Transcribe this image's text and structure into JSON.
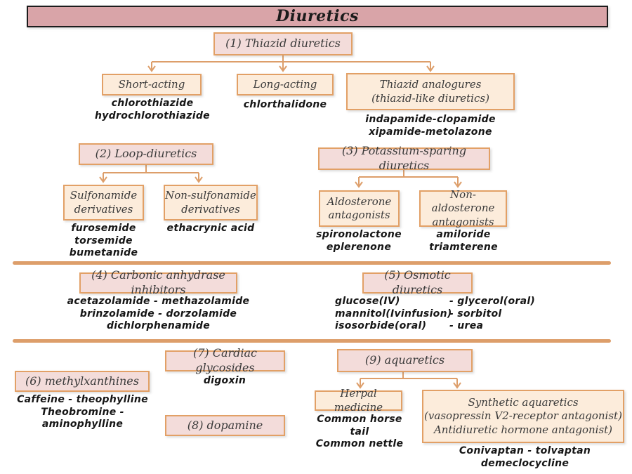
{
  "title": "Diuretics",
  "colors": {
    "banner_fill": "#d9a4a8",
    "banner_border": "#1c1c1c",
    "category_fill": "#f3dcda",
    "leaf_fill": "#fcecdb",
    "box_border": "#e2a066",
    "connector": "#dd9e6a",
    "label_text": "#3a3a3a",
    "drug_text": "#161616"
  },
  "groups": {
    "thiazid": {
      "label": "(1) Thiazid diuretics",
      "children": {
        "short_acting": {
          "label": "Short-acting",
          "drugs": [
            "chlorothiazide",
            "hydrochlorothiazide"
          ]
        },
        "long_acting": {
          "label": "Long-acting",
          "drugs": [
            "chlorthalidone"
          ]
        },
        "analogues": {
          "label_lines": [
            "Thiazid analogures",
            "(thiazid-like diuretics)"
          ],
          "drugs": [
            "indapamide-clopamide",
            "xipamide-metolazone"
          ]
        }
      }
    },
    "loop": {
      "label": "(2) Loop-diuretics",
      "children": {
        "sulfonamide": {
          "label_lines": [
            "Sulfonamide",
            "derivatives"
          ],
          "drugs": [
            "furosemide",
            "torsemide",
            "bumetanide"
          ]
        },
        "non_sulfonamide": {
          "label_lines": [
            "Non-sulfonamide",
            "derivatives"
          ],
          "drugs": [
            "ethacrynic acid"
          ]
        }
      }
    },
    "potassium": {
      "label": "(3) Potassium-sparing diuretics",
      "children": {
        "aldosterone": {
          "label_lines": [
            "Aldosterone",
            "antagonists"
          ],
          "drugs": [
            "spironolactone",
            "eplerenone"
          ]
        },
        "non_aldosterone": {
          "label_lines": [
            "Non-aldosterone",
            "antagonists"
          ],
          "drugs": [
            "amiloride",
            "triamterene"
          ]
        }
      }
    },
    "carbonic": {
      "label": "(4) Carbonic anhydrase inhibitors",
      "drugs": [
        "acetazolamide - methazolamide",
        "brinzolamide - dorzolamide",
        "dichlorphenamide"
      ]
    },
    "osmotic": {
      "label": "(5) Osmotic diuretics",
      "drug_col1": [
        "glucose(IV)",
        "mannitol(Ivinfusion)",
        "isosorbide(oral)"
      ],
      "drug_col2": [
        "- glycerol(oral)",
        "- sorbitol",
        "- urea"
      ]
    },
    "methylxanthines": {
      "label": "(6) methylxanthines",
      "drugs": [
        "Caffeine - theophylline",
        "Theobromine - aminophylline"
      ]
    },
    "cardiac": {
      "label": "(7) Cardiac glycosides",
      "drugs": [
        "digoxin"
      ]
    },
    "dopamine": {
      "label": "(8) dopamine"
    },
    "aquaretics": {
      "label": "(9) aquaretics",
      "children": {
        "herbal": {
          "label": "Herpal medicine",
          "drugs": [
            "Common horse tail",
            "Common nettle"
          ]
        },
        "synthetic": {
          "label_lines": [
            "Synthetic aquaretics",
            "(vasopressin V2-receptor antagonist)",
            "Antidiuretic hormone antagonist)"
          ],
          "drugs": [
            "Conivaptan - tolvaptan",
            "demeclocycline"
          ]
        }
      }
    }
  }
}
